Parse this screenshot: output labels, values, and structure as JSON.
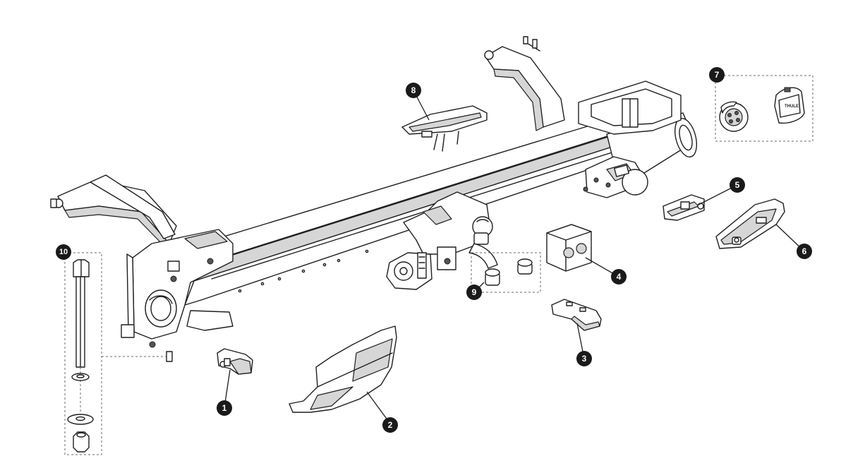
{
  "diagram": {
    "callouts": [
      {
        "id": "1",
        "label": "1"
      },
      {
        "id": "2",
        "label": "2"
      },
      {
        "id": "3",
        "label": "3"
      },
      {
        "id": "4",
        "label": "4"
      },
      {
        "id": "5",
        "label": "5"
      },
      {
        "id": "6",
        "label": "6"
      },
      {
        "id": "7",
        "label": "7"
      },
      {
        "id": "8",
        "label": "8"
      },
      {
        "id": "9",
        "label": "9"
      },
      {
        "id": "10",
        "label": "10"
      }
    ],
    "socket_cover_text": "THULE"
  }
}
